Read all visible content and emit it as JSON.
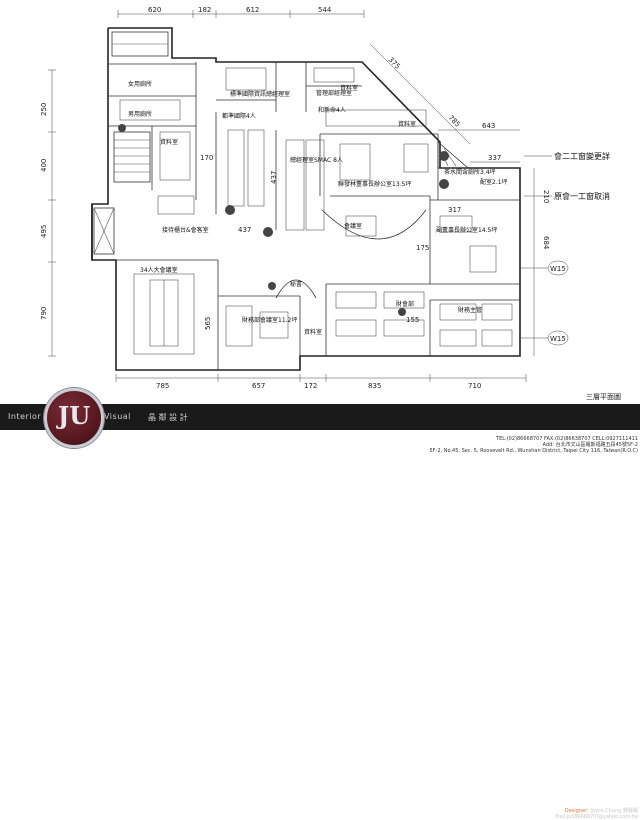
{
  "dimensions": {
    "top": [
      "620",
      "182",
      "612",
      "544"
    ],
    "bottom": [
      "785",
      "657",
      "172",
      "835",
      "710"
    ],
    "left": [
      "250",
      "400",
      "495",
      "790"
    ],
    "right_diag": [
      "375",
      "785",
      "643",
      "337"
    ],
    "right": [
      "210",
      "684"
    ],
    "misc": [
      "437",
      "437",
      "170",
      "565",
      "175",
      "155",
      "317"
    ]
  },
  "rooms": {
    "r1": "標準國際資訊總經理室",
    "r2": "管理部經理室",
    "r3": "資料室",
    "r4": "女用廁所",
    "r5": "男用廁所",
    "r6": "都準國際4人",
    "r7": "和新命4人",
    "r8": "資料室",
    "r9": "資料室",
    "r10": "總經理室SMAC 8人",
    "r11": "聯發林董事長辦公室13.5坪",
    "r12": "茶水間含廁所3.4坪",
    "r13": "配室2.1坪",
    "r14": "接待櫃台&會客室",
    "r15": "會議室",
    "r16": "副董事長辦公室14.5坪",
    "r17": "34人大會議室",
    "r18": "財務部會議室11.2坪",
    "r19": "財會部",
    "r20": "財務主管",
    "r21": "資料室",
    "r22": "秘書"
  },
  "notes": {
    "change": "會二工窗變更詳",
    "cancel": "原會一工窗取消",
    "tag1": "W15",
    "tag2": "W15",
    "plan_title": "三層平面圖"
  },
  "footer": {
    "brand_left": "Interior",
    "brand_right": "Visual",
    "brand_cn": "晶 鄰 設 計",
    "logo": "JU",
    "designer_label": "Designer:",
    "designer_name": "Joyce Chung 鍾麗麗",
    "email": "Mail.juli8666870l@yahoo.com.tw",
    "tel": "TEL:(02)86668707    FAX:(02)86638707    CELL:0927111411",
    "addr_cn": "Add: 台北市文山區羅斯福路五段45號5F-2",
    "addr_en": "5F-2, No.45, Sec. 5, Roosevelt Rd., Wunshan District, Taipei City 116, Taiwan(R.O.C)"
  }
}
